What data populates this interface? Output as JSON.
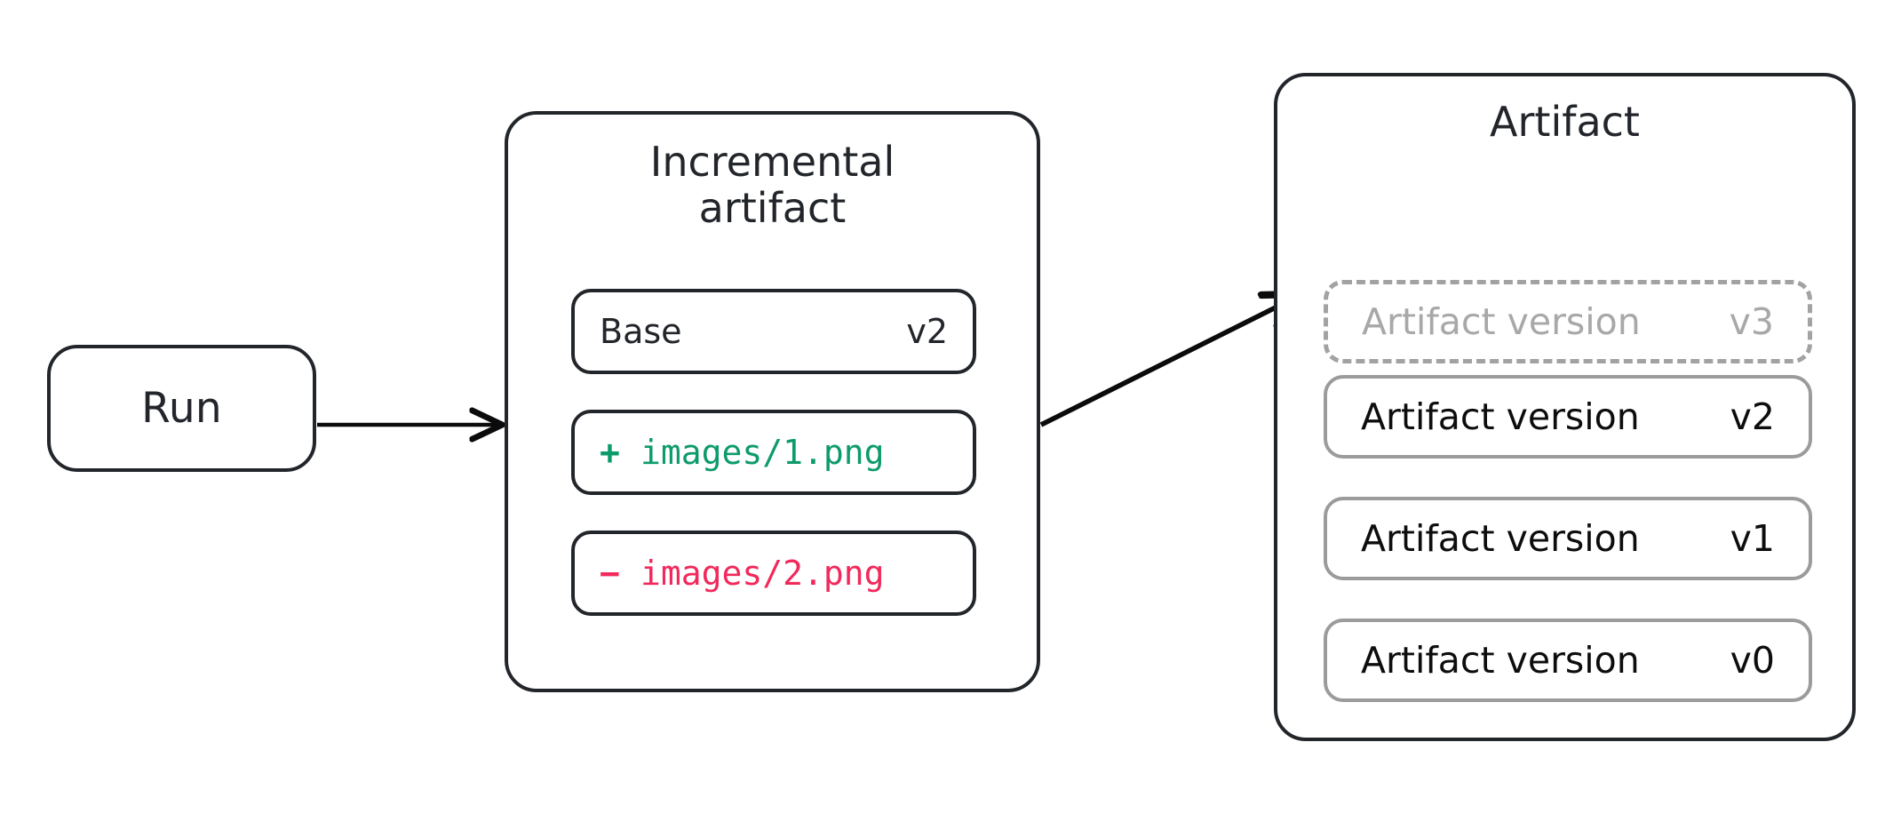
{
  "diagram": {
    "title_hidden": "",
    "colors": {
      "stroke_dark": "#22252a",
      "stroke_gray": "#9b9b9b",
      "text_muted": "#a8a8a8",
      "added_green": "#0d9b6c",
      "removed_red": "#f2295b",
      "background": "#ffffff"
    }
  },
  "run": {
    "label": "Run"
  },
  "incremental": {
    "title_line1": "Incremental",
    "title_line2": "artifact",
    "rows": [
      {
        "label": "Base",
        "value": "v2"
      },
      {
        "sign": "+",
        "path": "images/1.png"
      },
      {
        "sign": "−",
        "path": "images/2.png"
      }
    ]
  },
  "artifact": {
    "title": "Artifact",
    "versions": [
      {
        "label": "Artifact version",
        "value": "v3",
        "state": "pending"
      },
      {
        "label": "Artifact version",
        "value": "v2",
        "state": "existing"
      },
      {
        "label": "Artifact version",
        "value": "v1",
        "state": "existing"
      },
      {
        "label": "Artifact version",
        "value": "v0",
        "state": "existing"
      }
    ]
  },
  "connections": [
    {
      "name": "run-to-incremental",
      "from": "Run",
      "to": "Incremental artifact"
    },
    {
      "name": "incremental-to-artifact",
      "from": "Incremental artifact",
      "to": "Artifact version v3"
    }
  ]
}
